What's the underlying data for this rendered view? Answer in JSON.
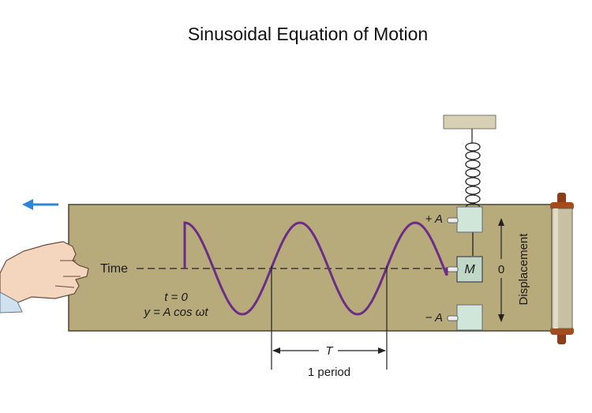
{
  "title": "Sinusoidal Equation of Motion",
  "labels": {
    "time": "Time",
    "t0": "t = 0",
    "equation": "y = A cos ωt",
    "plus_a": "+ A",
    "minus_a": "− A",
    "mass": "M",
    "zero": "0",
    "displacement": "Displacement",
    "period_symbol": "T",
    "one_period": "1 period"
  },
  "icons": [
    "left-arrow-icon",
    "hand-icon",
    "spring-icon",
    "paper-roll-icon"
  ],
  "colors": {
    "paper": "#b7ab7c",
    "wave": "#6b2d86",
    "arrow": "#2f86d6",
    "roller": "#8a3f18",
    "box": "#cfe6d9"
  }
}
